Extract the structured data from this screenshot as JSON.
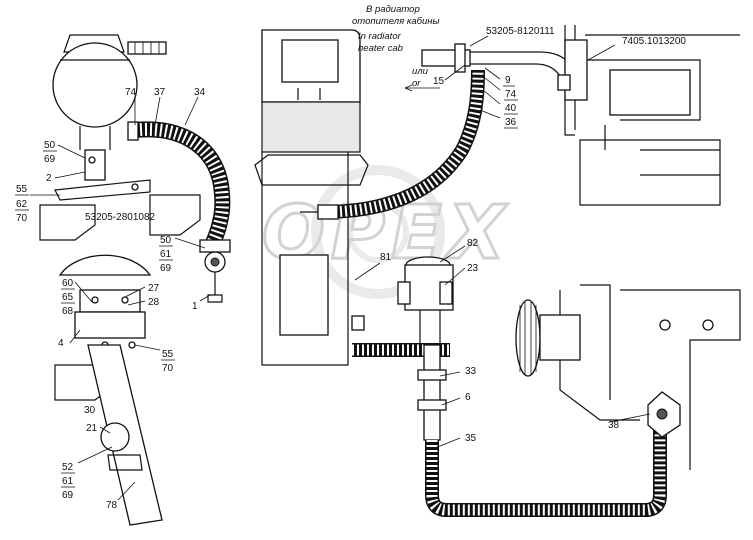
{
  "watermark": "OPEX",
  "notes": {
    "ru_line1": "В радиатор",
    "ru_line2": "отопителя кабины",
    "en_line1": "In radiator",
    "en_line2": "heater cab",
    "or_ru": "или",
    "or_en": "or"
  },
  "part_numbers": {
    "upper_pipe": "53205-8120111",
    "engine": "7405.1013200",
    "bracket": "53205-2801082"
  },
  "callouts": {
    "c74a": "74",
    "c37": "37",
    "c34": "34",
    "c50a": "50",
    "c69a": "69",
    "c2": "2",
    "c55a": "55",
    "c62": "62",
    "c70a": "70",
    "c50b": "50",
    "c61a": "61",
    "c69b": "69",
    "c1": "1",
    "c60": "60",
    "c65": "65",
    "c68": "68",
    "c27": "27",
    "c28": "28",
    "c4": "4",
    "c55b": "55",
    "c70b": "70",
    "c30": "30",
    "c21": "21",
    "c52": "52",
    "c61b": "61",
    "c69c": "69",
    "c78": "78",
    "c15": "15",
    "c9": "9",
    "c74b": "74",
    "c40": "40",
    "c36": "36",
    "c82": "82",
    "c23": "23",
    "c81": "81",
    "c33": "33",
    "c6": "6",
    "c35": "35",
    "c38": "38"
  }
}
